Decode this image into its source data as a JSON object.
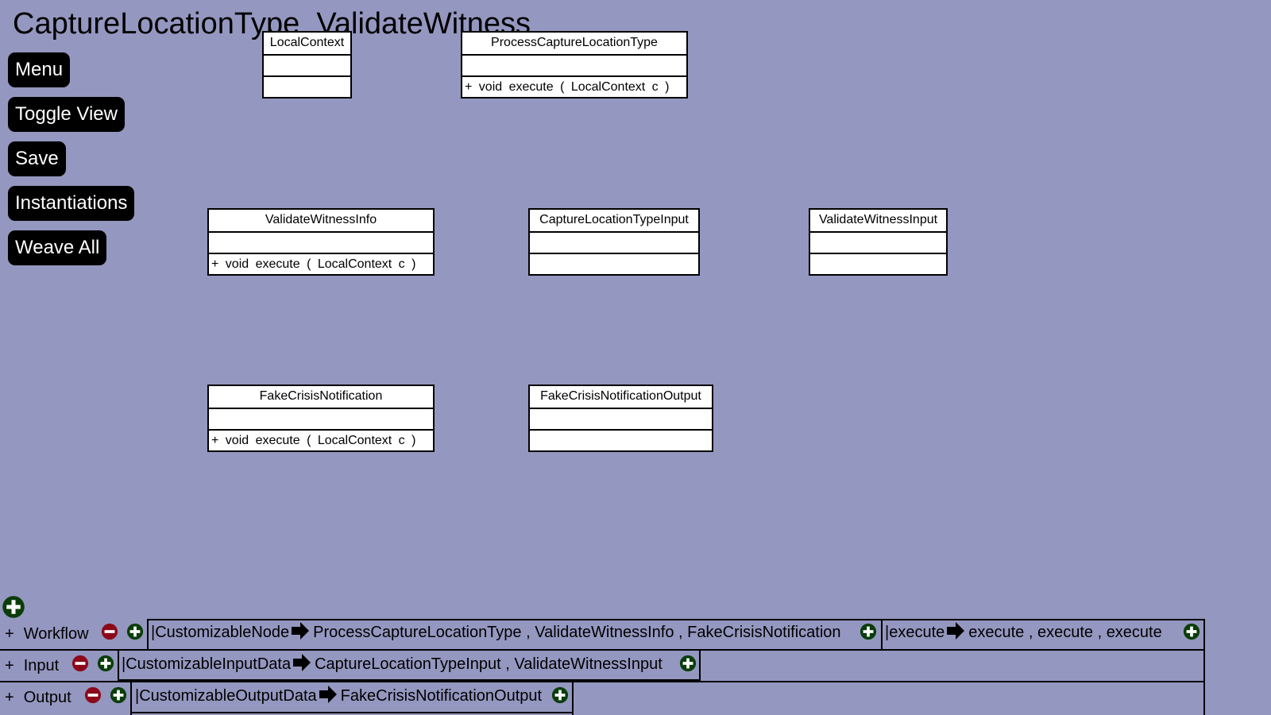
{
  "title": "CaptureLocationType_ValidateWitness",
  "menu": {
    "menu": "Menu",
    "toggle_view": "Toggle View",
    "save": "Save",
    "instantiations": "Instantiations",
    "weave_all": "Weave All"
  },
  "classes": {
    "local_context": {
      "name": "LocalContext",
      "attributes": "",
      "methods": ""
    },
    "process_capture": {
      "name": "ProcessCaptureLocationType",
      "attributes": "",
      "methods": "+ void execute ( LocalContext c )"
    },
    "validate_witness_info": {
      "name": "ValidateWitnessInfo",
      "attributes": "",
      "methods": "+ void execute ( LocalContext c )"
    },
    "capture_input": {
      "name": "CaptureLocationTypeInput",
      "attributes": "",
      "methods": ""
    },
    "validate_witness_input": {
      "name": "ValidateWitnessInput",
      "attributes": "",
      "methods": ""
    },
    "fake_crisis": {
      "name": "FakeCrisisNotification",
      "attributes": "",
      "methods": "+ void execute ( LocalContext c )"
    },
    "fake_crisis_output": {
      "name": "FakeCrisisNotificationOutput",
      "attributes": "",
      "methods": ""
    }
  },
  "mappings": {
    "workflow": {
      "plus": "+",
      "label": "Workflow",
      "cell1": {
        "prefix": "|CustomizableNode",
        "targets": "ProcessCaptureLocationType ,  ValidateWitnessInfo ,  FakeCrisisNotification"
      },
      "cell2": {
        "prefix": "|execute",
        "targets": "execute ,  execute ,  execute"
      }
    },
    "input": {
      "plus": "+",
      "label": "Input",
      "cell1": {
        "prefix": "|CustomizableInputData",
        "targets": "CaptureLocationTypeInput ,  ValidateWitnessInput"
      }
    },
    "output": {
      "plus": "+",
      "label": "Output",
      "cell1": {
        "prefix": "|CustomizableOutputData",
        "targets": "FakeCrisisNotificationOutput"
      }
    }
  },
  "colors": {
    "background": "#9497bf",
    "add_circle": "#0a3d0a",
    "remove_circle": "#8b0a1a",
    "button_bg": "#000000",
    "button_text": "#ffffff"
  },
  "icons": {
    "add": "plus-circle-icon",
    "remove": "minus-circle-icon",
    "arrow": "right-arrow-icon"
  }
}
